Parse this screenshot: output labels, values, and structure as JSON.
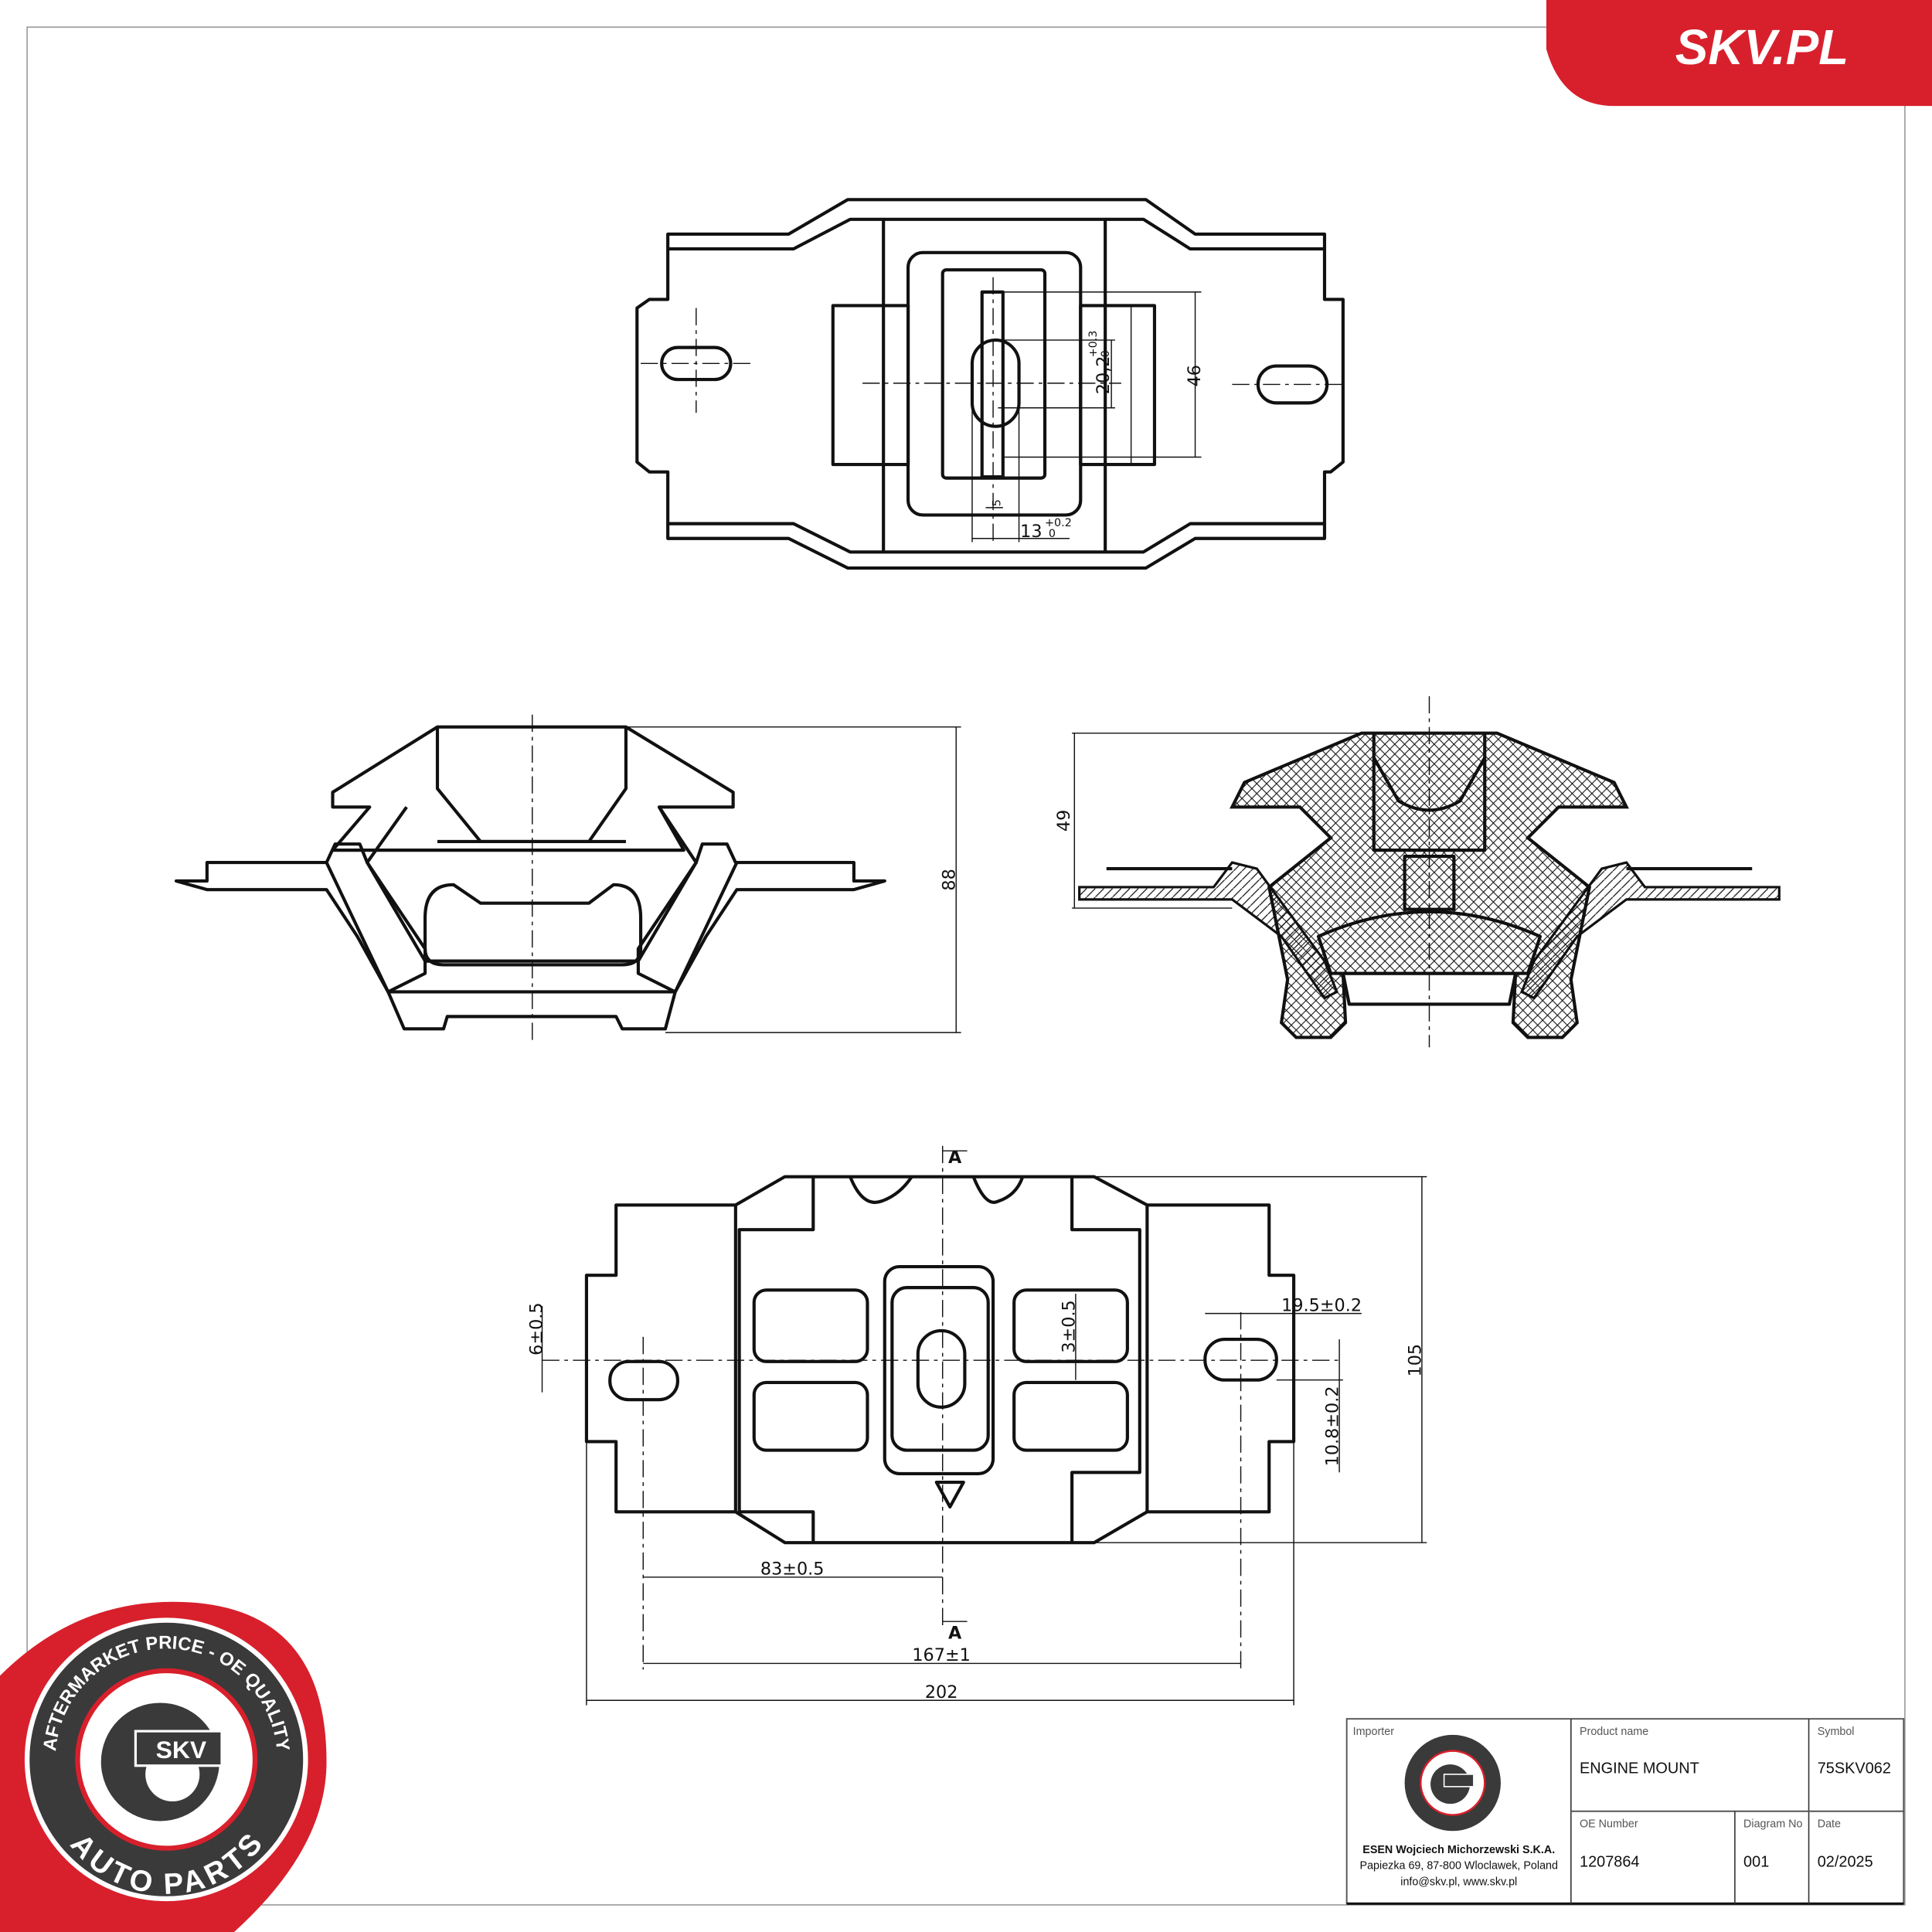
{
  "brand": {
    "site_label": "SKV.PL",
    "accent_color": "#d8202c"
  },
  "badge": {
    "ring_top_text": "AFTERMARKET PRICE - OE QUALITY",
    "ring_bottom_text": "AUTO PARTS",
    "center_text": "SKV"
  },
  "dimensions": {
    "top_view": {
      "slot_height": "20,2",
      "slot_height_tol_upper": "+0.3",
      "slot_height_tol_lower": "0",
      "overall_height": "46",
      "slot_width": "5",
      "oval_width": "13",
      "oval_width_tol_upper": "+0.2",
      "oval_width_tol_lower": "0"
    },
    "side_view": {
      "height": "88"
    },
    "section_view": {
      "height": "49"
    },
    "bottom_view": {
      "section_mark": "A",
      "hole_offset": "6±0.5",
      "center_offset": "3±0.5",
      "hole_width": "19.5±0.2",
      "hole_height": "10.8±0.2",
      "overall_height": "105",
      "half_spacing": "83±0.5",
      "hole_spacing": "167±1",
      "overall_width": "202"
    }
  },
  "title_block": {
    "importer_label": "Importer",
    "importer_name": "ESEN Wojciech Michorzewski S.K.A.",
    "importer_address": "Papiezka 69, 87-800 Wloclawek, Poland",
    "importer_contact": "info@skv.pl, www.skv.pl",
    "product_name_label": "Product name",
    "product_name": "ENGINE MOUNT",
    "symbol_label": "Symbol",
    "symbol": "75SKV062",
    "oe_number_label": "OE Number",
    "oe_number": "1207864",
    "diagram_no_label": "Diagram No",
    "diagram_no": "001",
    "date_label": "Date",
    "date": "02/2025"
  }
}
